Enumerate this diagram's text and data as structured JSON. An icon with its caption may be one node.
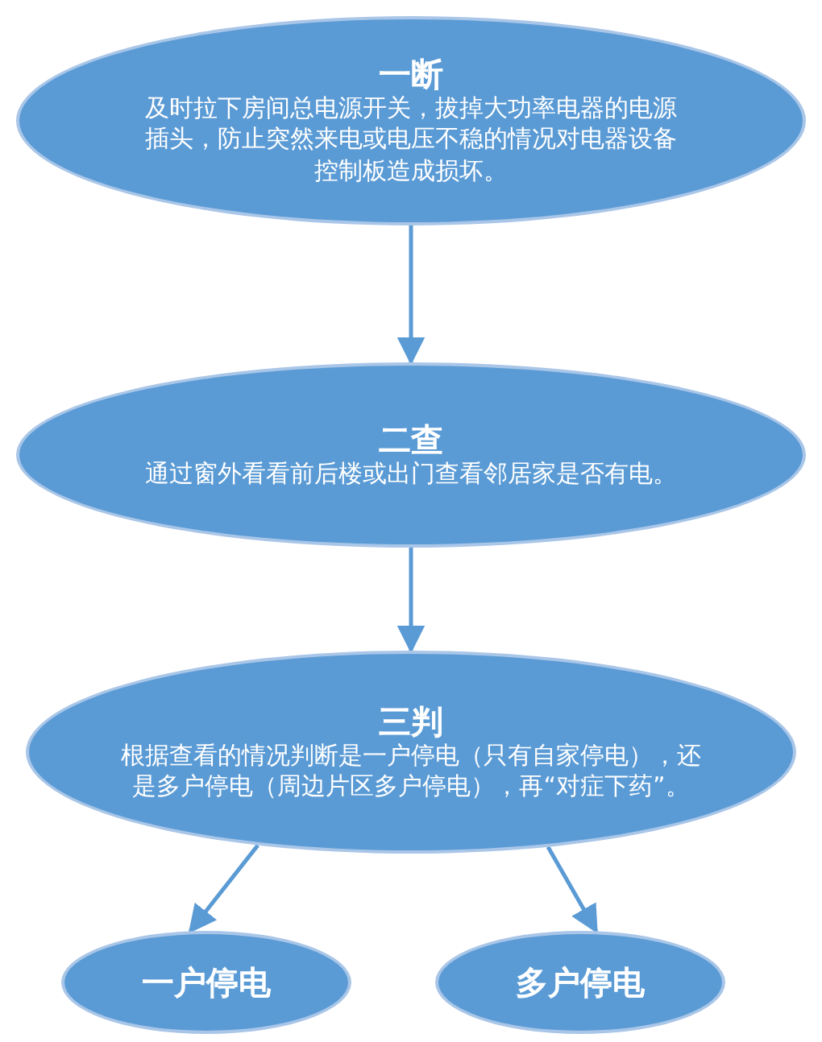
{
  "diagram": {
    "nodes": [
      {
        "text": [
          "一断",
          "及时拉下房间总电源开关，拔掉大功率电器的电源插头，防止突然来电或电压不稳的情况对电器设备控制板造成损坏。"
        ]
      },
      {
        "text": [
          "二查",
          "通过窗外看看前后楼或出门查看邻居家是否有电。"
        ]
      },
      {
        "text": [
          "三判",
          "根据查看的情况判断是一户停电（只有自家停电），还是多户停电（周边片区多户停电），再“对症下药”。"
        ]
      },
      {
        "text": [
          "一户停电"
        ]
      },
      {
        "text": [
          "多户停电"
        ]
      }
    ],
    "edges": [
      {
        "from": 0,
        "to": 1,
        "arrow": "to"
      },
      {
        "from": 1,
        "to": 2,
        "arrow": "to"
      },
      {
        "from": 2,
        "to": 3,
        "arrow": "to"
      },
      {
        "from": 2,
        "to": 4,
        "arrow": "to"
      }
    ]
  }
}
